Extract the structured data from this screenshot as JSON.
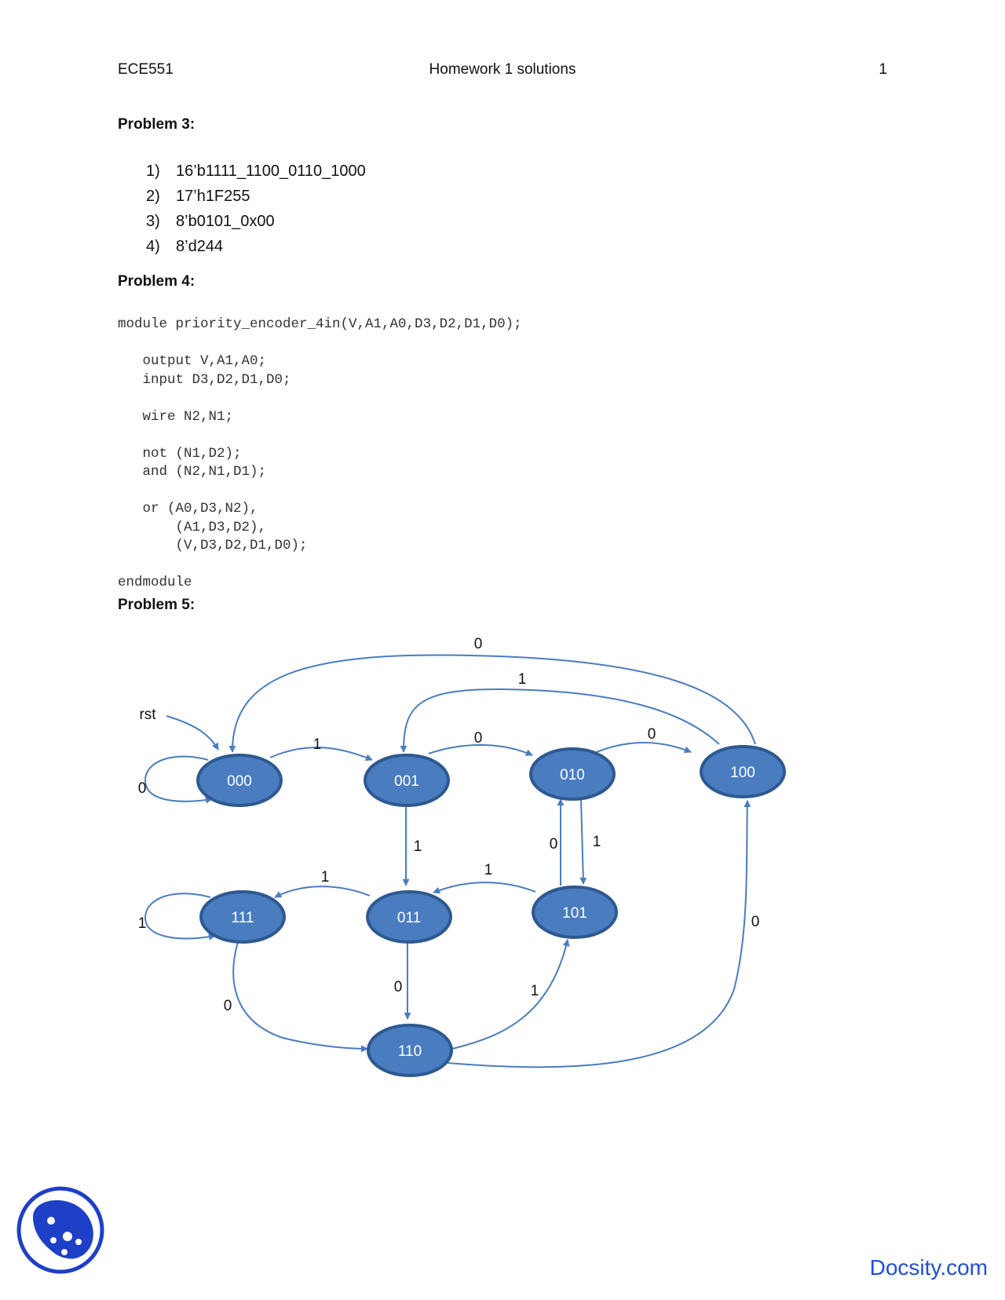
{
  "header": {
    "course": "ECE551",
    "title": "Homework 1 solutions",
    "page_number": "1"
  },
  "problem3": {
    "heading": "Problem 3:",
    "items": [
      {
        "num": "1)",
        "text": "16’b1111_1100_0110_1000"
      },
      {
        "num": "2)",
        "text": "17’h1F255"
      },
      {
        "num": "3)",
        "text": "8’b0101_0x00"
      },
      {
        "num": "4)",
        "text": "8’d244"
      }
    ]
  },
  "problem4": {
    "heading": "Problem 4:",
    "code": "module priority_encoder_4in(V,A1,A0,D3,D2,D1,D0);\n\n   output V,A1,A0;\n   input D3,D2,D1,D0;\n\n   wire N2,N1;\n\n   not (N1,D2);\n   and (N2,N1,D1);\n\n   or (A0,D3,N2),\n       (A1,D3,D2),\n       (V,D3,D2,D1,D0);\n\nendmodule"
  },
  "problem5": {
    "heading": "Problem 5:",
    "reset_label": "rst",
    "states": [
      "000",
      "001",
      "010",
      "100",
      "111",
      "011",
      "101",
      "110"
    ],
    "transition_labels": {
      "self_000": "0",
      "s000_s001": "1",
      "s001_s010": "0",
      "s010_s100": "0",
      "s100_s000": "0",
      "s100_s001": "1",
      "s001_s011": "1",
      "s101_s010": "0",
      "s010_s101": "1",
      "s011_s111": "1",
      "s101_s011": "1",
      "self_111": "1",
      "s111_s110": "0",
      "s011_s110": "0",
      "s110_s101": "1",
      "s110_s100": "0"
    },
    "colors": {
      "state_fill": "#4a7cc0",
      "state_stroke": "#2e5990",
      "edge": "#4a7cc0"
    }
  },
  "footer": {
    "brand": "Docsity.com"
  },
  "colors": {
    "brand": "#1f4fd8",
    "logo": "#1e3fc8"
  }
}
